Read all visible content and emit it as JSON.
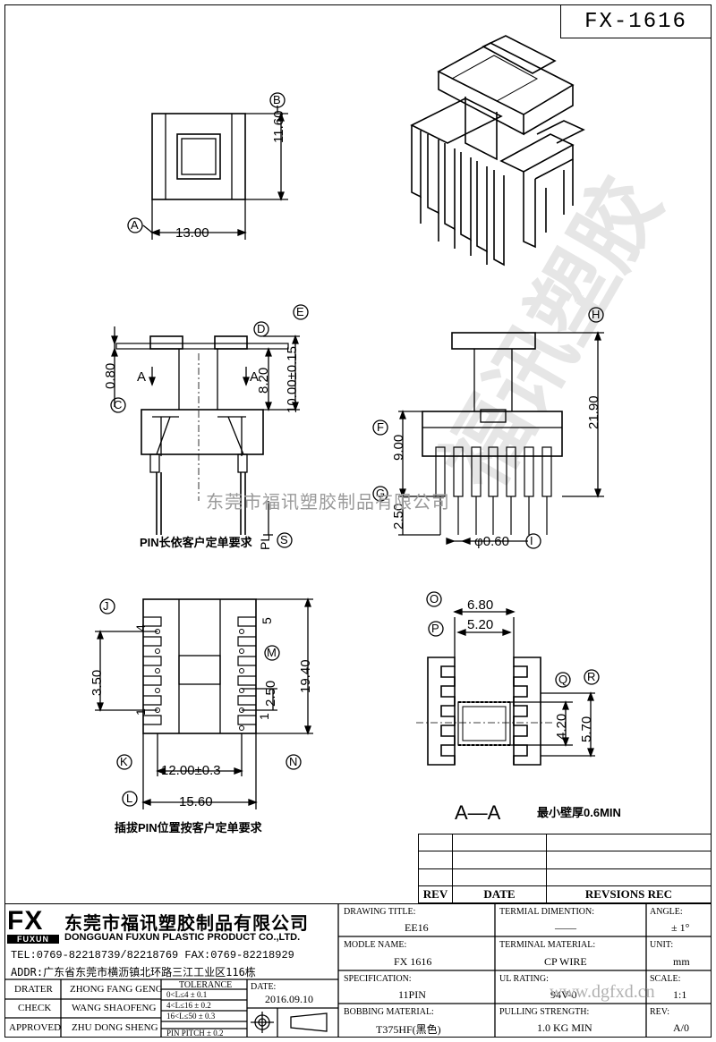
{
  "header": {
    "part_no": "FX-1616"
  },
  "top_view": {
    "width": "13.00",
    "height": "11.60",
    "callouts": [
      "A",
      "B"
    ]
  },
  "front_view": {
    "dims": [
      "0.80",
      "8.20",
      "10.00±0.15"
    ],
    "section_marks": [
      "A",
      "A"
    ],
    "callouts": [
      "C",
      "D",
      "E",
      "S"
    ],
    "pin_length": "PL",
    "note": "PIN长依客户定单要求"
  },
  "side_view": {
    "dims": [
      "21.90",
      "9.00",
      "2.50",
      "φ0.60"
    ],
    "callouts": [
      "F",
      "G",
      "H",
      "I"
    ]
  },
  "bottom_view": {
    "dims": [
      "3.50",
      "19.40",
      "2.50",
      "1",
      "12.00±0.3",
      "15.60"
    ],
    "pin_numbers": [
      "4",
      "1",
      "5"
    ],
    "callouts": [
      "J",
      "K",
      "L",
      "M",
      "N"
    ],
    "note": "插拔PIN位置按客户定单要求"
  },
  "section_view": {
    "dims": [
      "6.80",
      "5.20",
      "4.20",
      "5.70"
    ],
    "callouts": [
      "O",
      "P",
      "Q",
      "R"
    ],
    "label": "A—A",
    "note": "最小壁厚0.6MIN"
  },
  "watermark": "东莞市福讯塑胶制品有限公司",
  "watermark_big": "福讯塑胶",
  "watermark_url": "www.dgfxd.cn",
  "revision_table": {
    "headers": [
      "REV",
      "DATE",
      "REVSIONS REC"
    ],
    "rows": [
      [
        "",
        "",
        ""
      ],
      [
        "",
        "",
        ""
      ],
      [
        "",
        "",
        ""
      ]
    ]
  },
  "company": {
    "logo_text": "FX",
    "logo_sub": "FUXUN",
    "name_cn": "东莞市福讯塑胶制品有限公司",
    "name_en": "DONGGUAN FUXUN PLASTIC PRODUCT CO.,LTD.",
    "tel": "TEL:0769-82218739/82218769 FAX:0769-82218929",
    "addr": "ADDR:广东省东莞市横沥镇北环路三江工业区116栋"
  },
  "title_block": {
    "drater_label": "DRATER",
    "drater": "ZHONG FANG GENG",
    "check_label": "CHECK",
    "check": "WANG SHAOFENG",
    "approved_label": "APPROVED",
    "approved": "ZHU DONG SHENG",
    "tolerance_label": "TOLERANCE",
    "tolerances": [
      "0<L≤4  ± 0.1",
      "4<L≤16  ± 0.2",
      "16<L≤50 ± 0.3",
      "PIN PITCH ± 0.2"
    ],
    "date_label": "DATE:",
    "date": "2016.09.10",
    "drawing_title_label": "DRAWING TITLE:",
    "drawing_title": "EE16",
    "model_label": "MODLE NAME:",
    "model": "FX 1616",
    "spec_label": "SPECIFICATION:",
    "spec": "11PIN",
    "bobbin_label": "BOBBING MATERIAL:",
    "bobbin": "T375HF(黑色)",
    "term_dim_label": "TERMIAL DIMENTION:",
    "term_dim": "——",
    "term_mat_label": "TERMINAL MATERIAL:",
    "term_mat": "CP WIRE",
    "ul_label": "UL RATING:",
    "ul": "94V-0",
    "pull_label": "PULLING STRENGTH:",
    "pull": "1.0 KG MIN",
    "angle_label": "ANGLE:",
    "angle": "± 1°",
    "unit_label": "UNIT:",
    "unit": "mm",
    "scale_label": "SCALE:",
    "scale": "1:1",
    "rev_label": "REV:",
    "rev": "A/0"
  }
}
